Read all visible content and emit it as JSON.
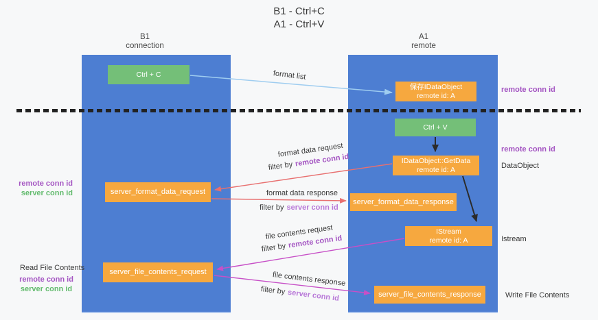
{
  "title": {
    "line1": "B1 - Ctrl+C",
    "line2": "A1 - Ctrl+V"
  },
  "columns": {
    "left": {
      "name": "B1",
      "role": "connection"
    },
    "right": {
      "name": "A1",
      "role": "remote"
    }
  },
  "boxes": {
    "ctrl_c": {
      "label": "Ctrl + C"
    },
    "ctrl_v": {
      "label": "Ctrl + V"
    },
    "save_idataobject": {
      "line1": "保存IDataObject",
      "line2": "remote id: A"
    },
    "idataobject_getdata": {
      "line1": "IDataObject::GetData",
      "line2": "remote id: A"
    },
    "istream": {
      "line1": "IStream",
      "line2": "remote id: A"
    },
    "server_format_data_request": {
      "label": "server_format_data_request"
    },
    "server_format_data_response": {
      "label": "server_format_data_response"
    },
    "server_file_contents_request": {
      "label": "server_file_contents_request"
    },
    "server_file_contents_response": {
      "label": "server_file_contents_response"
    }
  },
  "arrow_labels": {
    "format_list": "format list",
    "format_data_request": "format data request",
    "format_data_response": "format data response",
    "file_contents_request": "file contents request",
    "file_contents_response": "file contents response",
    "filter_by": "filter by",
    "remote_conn_id": "remote conn id",
    "server_conn_id": "server conn id"
  },
  "side_labels": {
    "remote_conn_id": "remote conn id",
    "server_conn_id": "server conn id",
    "dataobject": "DataObject",
    "istream": "Istream",
    "read_file_contents": "Read File Contents",
    "write_file_contents": "Write File Contents"
  },
  "colors": {
    "lane_blue": "#4d7ed2",
    "box_green": "#74bf78",
    "box_orange": "#f6a83f",
    "arrow_light_blue": "#9fcdf0",
    "arrow_red": "#e87070",
    "arrow_magenta": "#c750c7",
    "arrow_black": "#2b2b2b",
    "label_purple": "#a455c2",
    "label_violet": "#b878d8",
    "label_green": "#63bb6e"
  }
}
